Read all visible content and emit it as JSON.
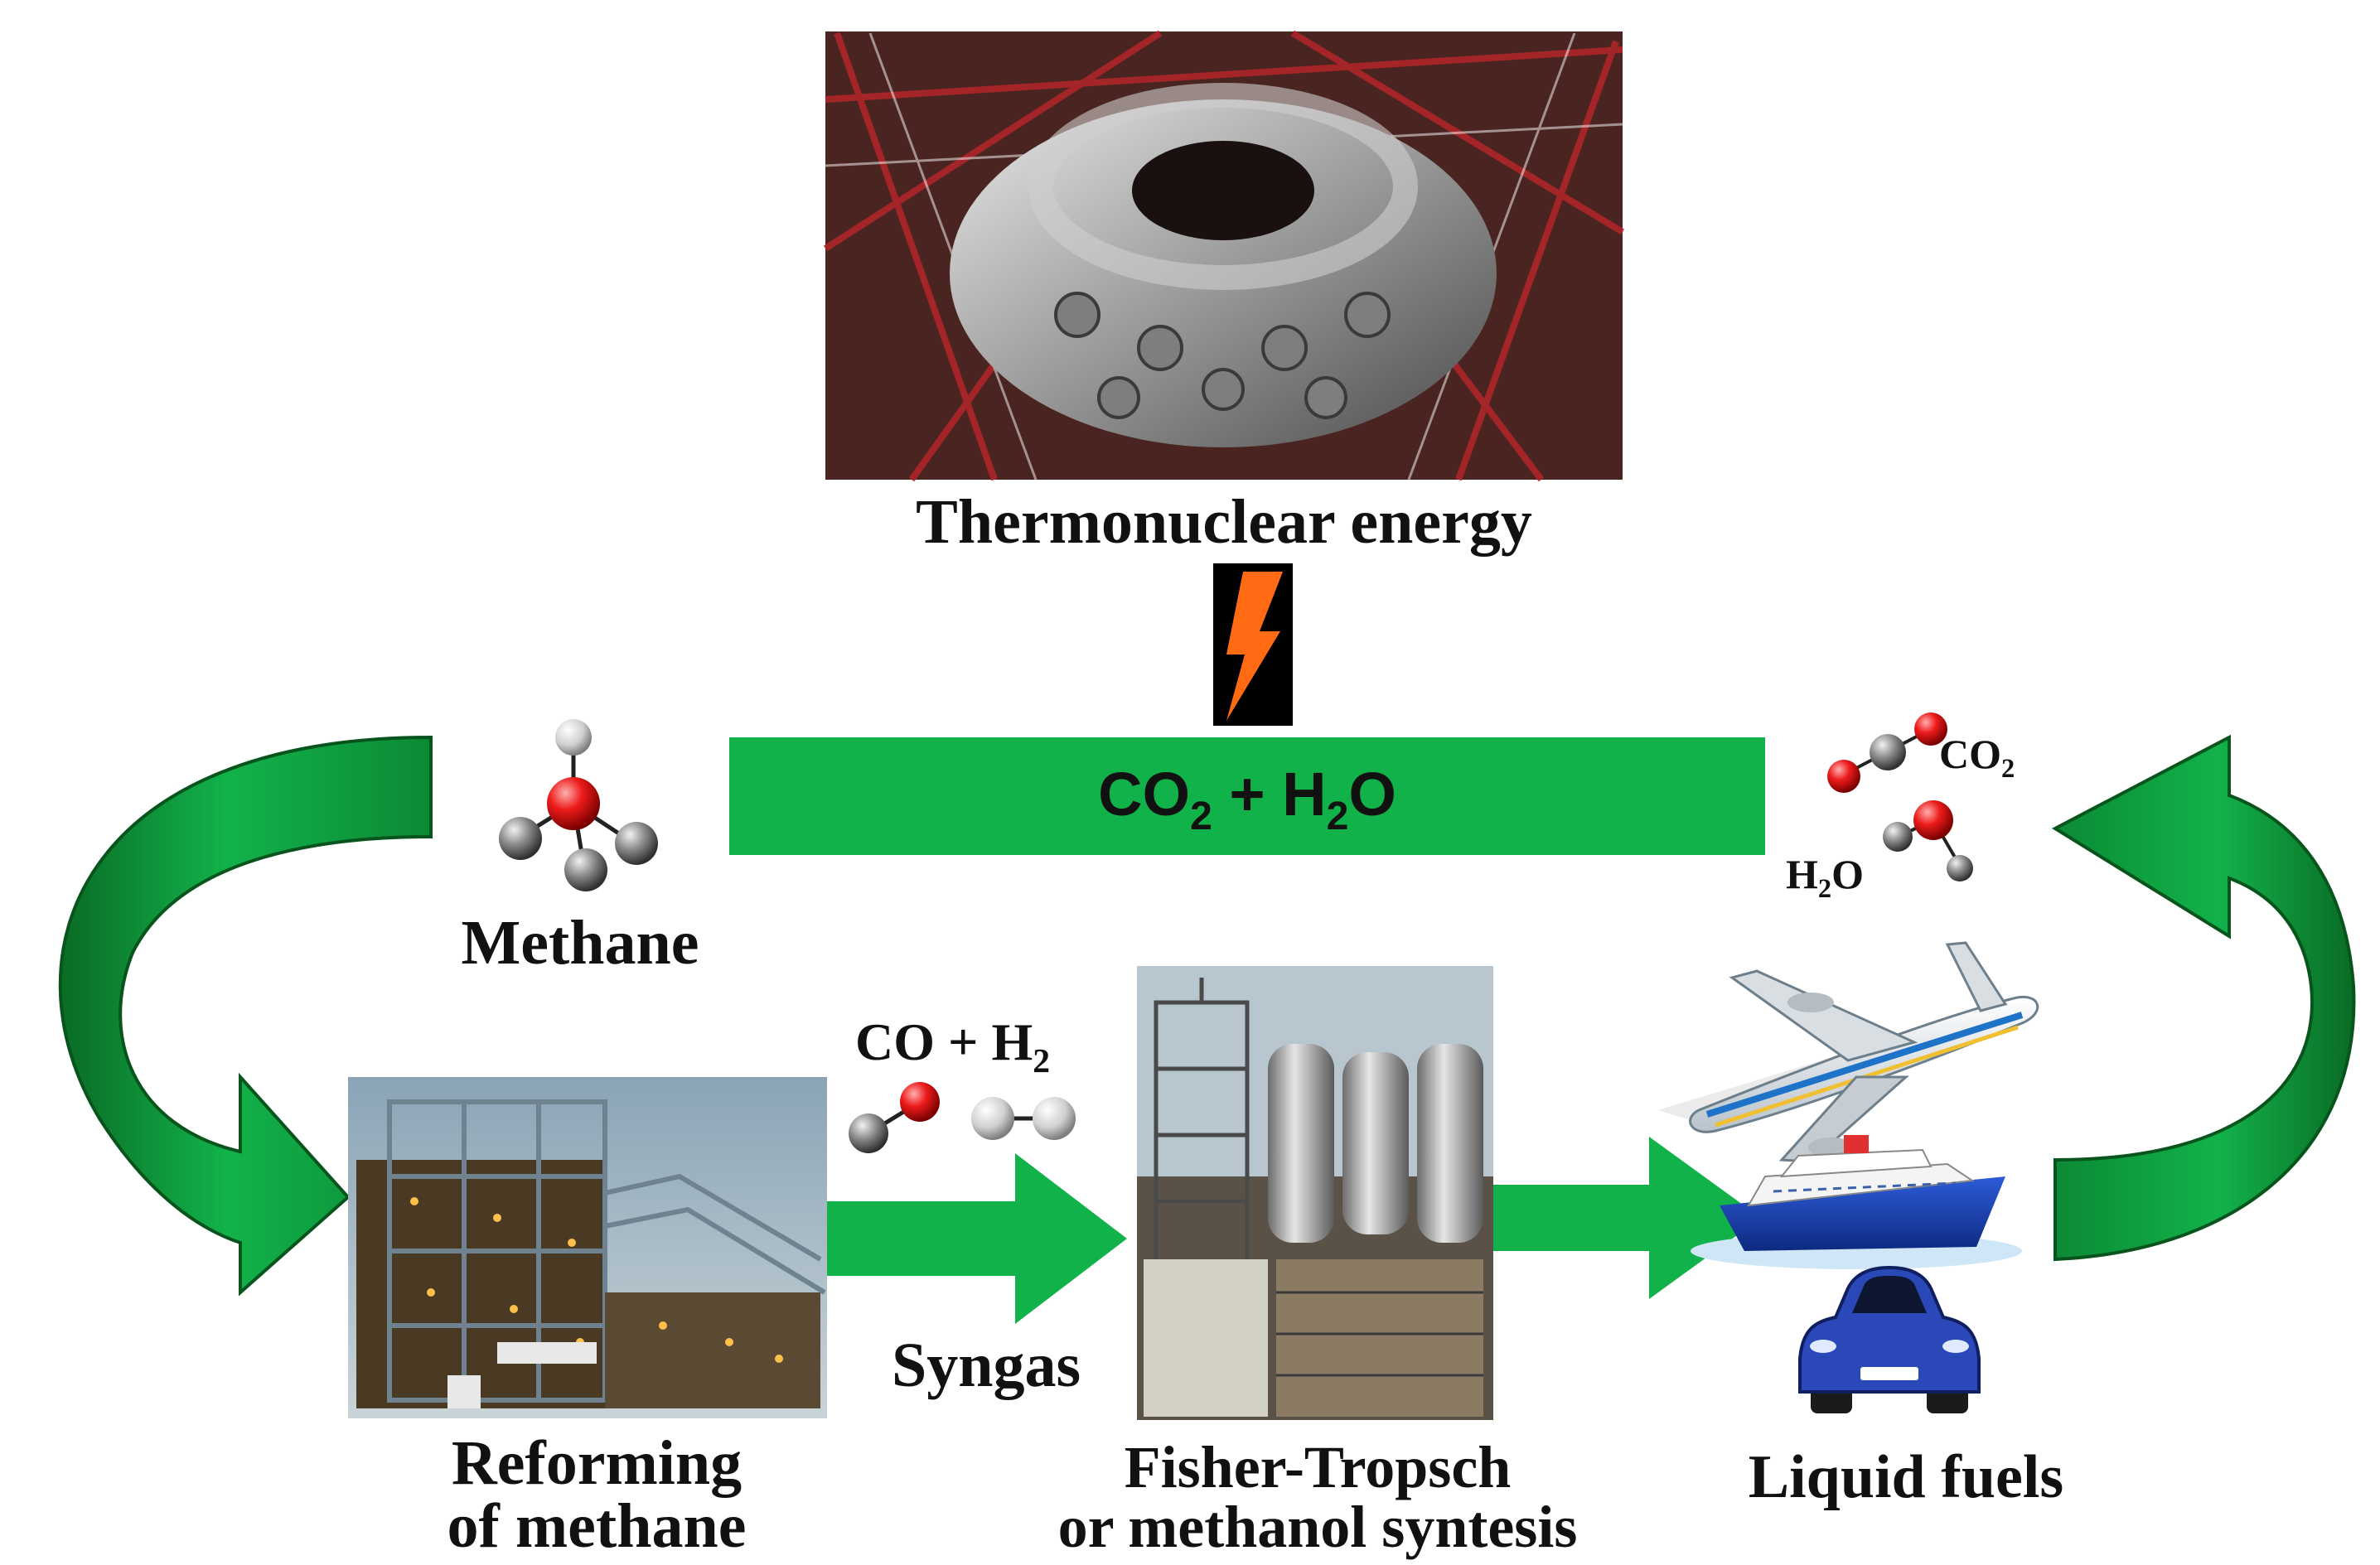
{
  "nodes": {
    "thermonuclear": {
      "label": "Thermonuclear energy"
    },
    "methane": {
      "label": "Methane"
    },
    "reforming": {
      "label_line1": "Reforming",
      "label_line2": "of methane"
    },
    "syngas": {
      "label": "Syngas",
      "formula_a": "CO + H",
      "formula_sub": "2"
    },
    "synthesis": {
      "label_line1": "Fisher-Tropsch",
      "label_line2": "or methanol syntesis"
    },
    "fuels": {
      "label": "Liquid fuels"
    },
    "products": {
      "co2_a": "CO",
      "co2_sub": "2",
      "h2o_a": "H",
      "h2o_sub": "2",
      "h2o_b": "O"
    }
  },
  "band": {
    "part1": "CO",
    "sub1": "2",
    "part2": " + H",
    "sub2": "2",
    "part3": "O"
  },
  "colors": {
    "arrow_green": "#0fa640",
    "arrow_dark": "#0a6b25",
    "band_green": "#12b24a",
    "bolt": "#ff6a13",
    "atom_red": "#e8161b",
    "atom_gray": "#6b6b6b"
  }
}
